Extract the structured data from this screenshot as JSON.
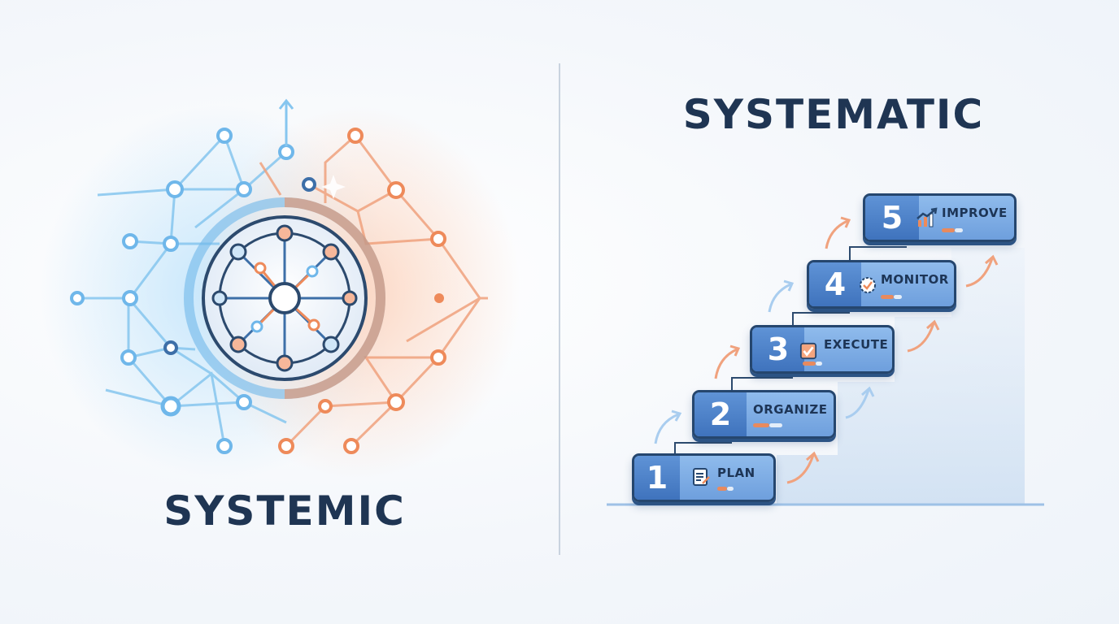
{
  "left_panel": {
    "title": "SYSTEMIC"
  },
  "right_panel": {
    "title": "SYSTEMATIC",
    "steps": [
      {
        "number": "1",
        "label": "PLAN",
        "icon": "clipboard-icon"
      },
      {
        "number": "2",
        "label": "ORGANIZE",
        "icon": ""
      },
      {
        "number": "3",
        "label": "EXECUTE",
        "icon": "checkbox-icon"
      },
      {
        "number": "4",
        "label": "MONITOR",
        "icon": "gauge-check-icon"
      },
      {
        "number": "5",
        "label": "IMPROVE",
        "icon": "growth-chart-icon"
      }
    ]
  },
  "colors": {
    "blue": "#6fb7ea",
    "orange": "#ee8a5a",
    "navy": "#1f3553",
    "step_fill": "#7fafe6"
  }
}
